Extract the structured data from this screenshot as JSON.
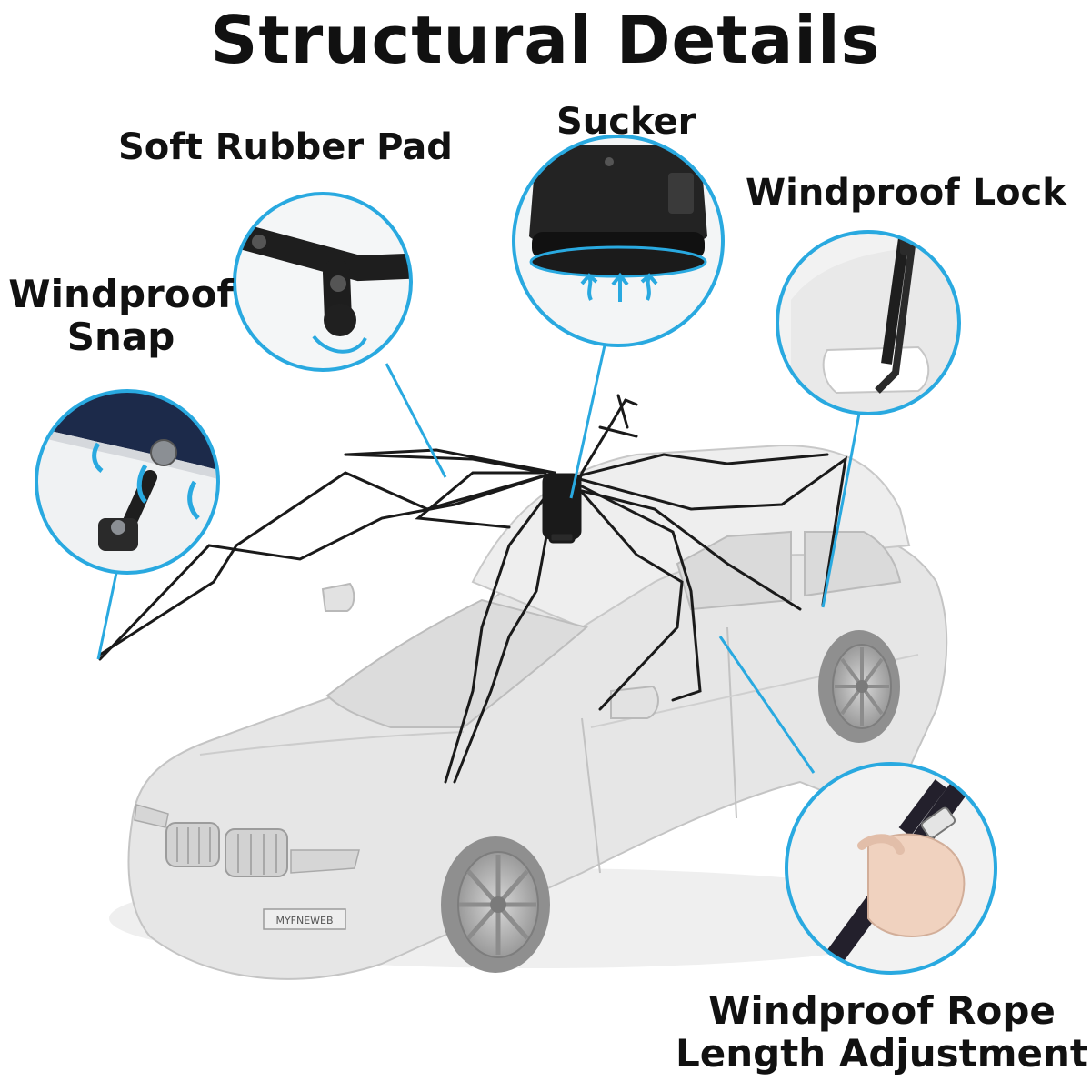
{
  "title": "Structural Details",
  "callouts": {
    "soft_rubber_pad": "Soft Rubber Pad",
    "sucker": "Sucker",
    "windproof_lock": "Windproof Lock",
    "windproof_snap_line1": "Windproof",
    "windproof_snap_line2": "Snap",
    "rope_line1": "Windproof Rope",
    "rope_line2": "Length Adjustment"
  },
  "plate_text": "MYFNEWEB",
  "colors": {
    "accent": "#29a9e0",
    "frame": "#1a1a1a",
    "car_body": "#e6e6e6"
  }
}
